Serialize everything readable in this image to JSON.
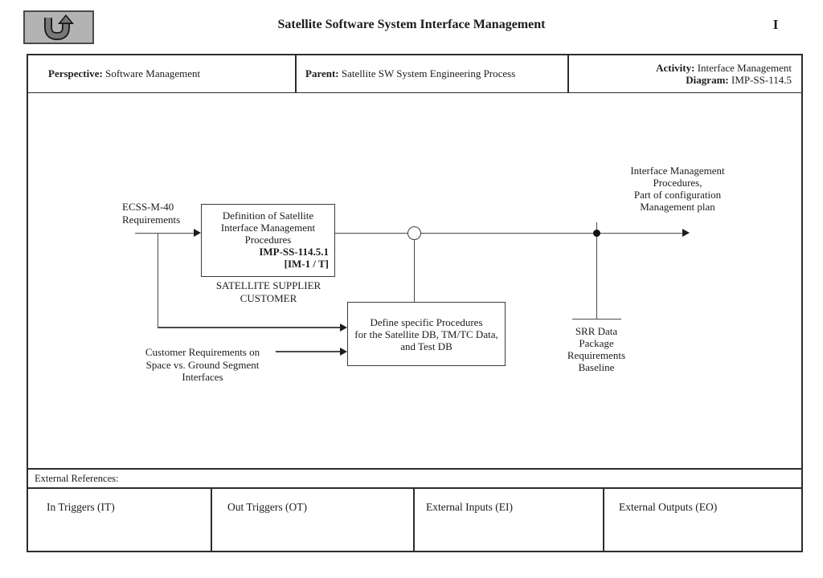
{
  "colors": {
    "background": "#ffffff",
    "table_rule": "#2d2d2d",
    "diagram_line": "#4a4a4a",
    "back_button_bg": "#b3b3b3",
    "back_button_arrow": "#777777",
    "text": "#1c1c1c"
  },
  "toolbar": {
    "back_button_icon": "u-turn-up-arrow",
    "title": "Satellite Software System Interface Management",
    "page_letter": "I"
  },
  "info_header": {
    "perspective_label": "Perspective:",
    "perspective_value": "Software Management",
    "parent_label": "Parent:",
    "parent_value": "Satellite SW System Engineering Process",
    "activity_label": "Activity:",
    "activity_value": "Interface Management",
    "diagram_label": "Diagram:",
    "diagram_value": "IMP-SS-114.5"
  },
  "diagram": {
    "input_label": [
      "ECSS-M-40",
      "Requirements"
    ],
    "customer_label": [
      "Customer Requirements on",
      "Space vs. Ground Segment",
      "Interfaces"
    ],
    "output_label": [
      "Interface Management",
      "Procedures,",
      "Part of configuration",
      "Management plan"
    ],
    "srr_label": [
      "SRR Data",
      "Package",
      "Requirements",
      "Baseline"
    ],
    "box1": {
      "title": [
        "Definition of Satellite",
        "Interface Management",
        "Procedures"
      ],
      "ids": [
        "IMP-SS-114.5.1",
        "[IM-1 / T]"
      ],
      "subtitle": [
        "SATELLITE SUPPLIER",
        "CUSTOMER"
      ]
    },
    "box2": {
      "title": [
        "Define specific Procedures",
        "for the Satellite DB, TM/TC Data,",
        "and Test DB"
      ]
    }
  },
  "footer": {
    "external_references_label": "External References:",
    "cells": [
      "In Triggers (IT)",
      "Out Triggers (OT)",
      "External Inputs (EI)",
      "External Outputs (EO)"
    ]
  }
}
